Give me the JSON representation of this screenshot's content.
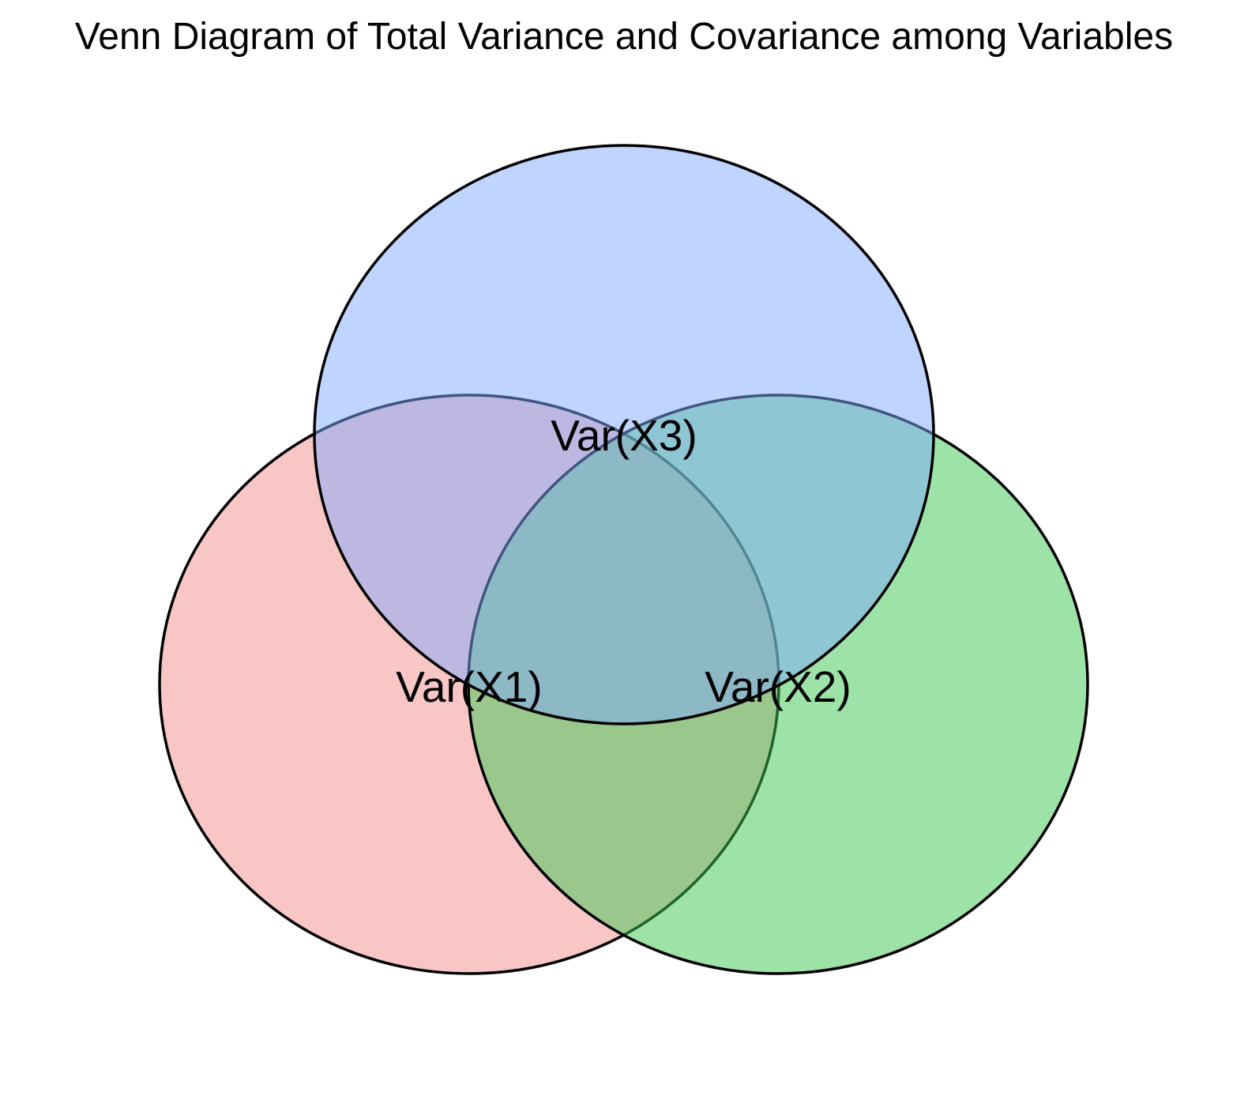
{
  "title": "Venn Diagram of Total Variance and Covariance among Variables",
  "sets": [
    {
      "id": "x1",
      "label": "Var(X1)",
      "color": "#f28e8b",
      "opacity": 0.5
    },
    {
      "id": "x2",
      "label": "Var(X2)",
      "color": "#3cc751",
      "opacity": 0.5
    },
    {
      "id": "x3",
      "label": "Var(X3)",
      "color": "#80aaff",
      "opacity": 0.5
    }
  ],
  "stroke_color": "#000000"
}
